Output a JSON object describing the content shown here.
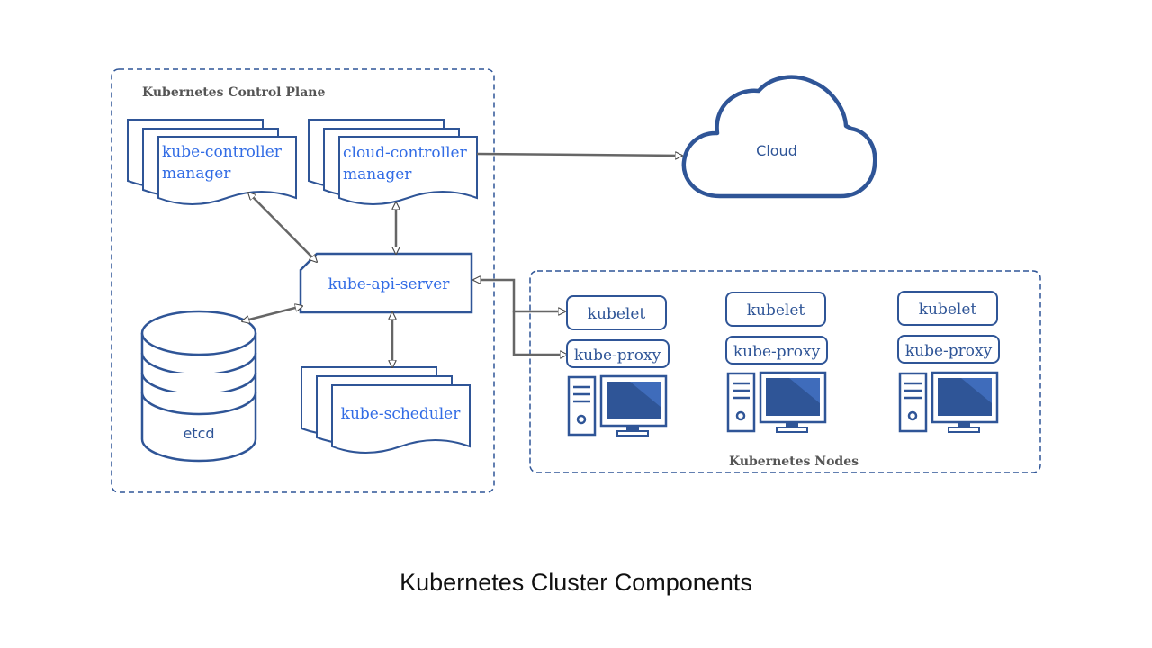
{
  "control_plane": {
    "title": "Kubernetes Control Plane",
    "kube_controller_manager": [
      "kube-controller",
      "manager"
    ],
    "cloud_controller_manager": [
      "cloud-controller",
      "manager"
    ],
    "kube_api_server": "kube-api-server",
    "etcd": "etcd",
    "kube_scheduler": "kube-scheduler"
  },
  "cloud": {
    "label": "Cloud"
  },
  "nodes": {
    "title": "Kubernetes Nodes",
    "items": [
      {
        "kubelet": "kubelet",
        "kube_proxy": "kube-proxy"
      },
      {
        "kubelet": "kubelet",
        "kube_proxy": "kube-proxy"
      },
      {
        "kubelet": "kubelet",
        "kube_proxy": "kube-proxy"
      }
    ]
  },
  "caption": "Kubernetes Cluster Components",
  "colors": {
    "accent": "#2f5597",
    "connector": "#666666",
    "text": "#326ce5"
  }
}
